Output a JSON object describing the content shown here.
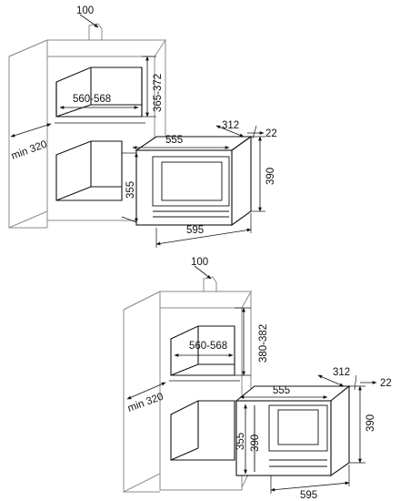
{
  "diagram_top": {
    "shelf_depth": "100",
    "niche_width": "560-568",
    "niche_height": "365-372",
    "min_depth": "min 320",
    "oven_inner_width": "555",
    "oven_depth": "312",
    "frame_offset": "22",
    "oven_height": "390",
    "oven_inner_height": "355",
    "oven_width": "595"
  },
  "diagram_bottom": {
    "shelf_depth": "100",
    "niche_width": "560-568",
    "niche_height": "380-382",
    "min_depth": "min 320",
    "oven_inner_width": "555",
    "oven_depth": "312",
    "frame_offset": "22",
    "oven_height": "390",
    "oven_inner_height": "355",
    "oven_inner_height_2": "390",
    "oven_width": "595"
  }
}
